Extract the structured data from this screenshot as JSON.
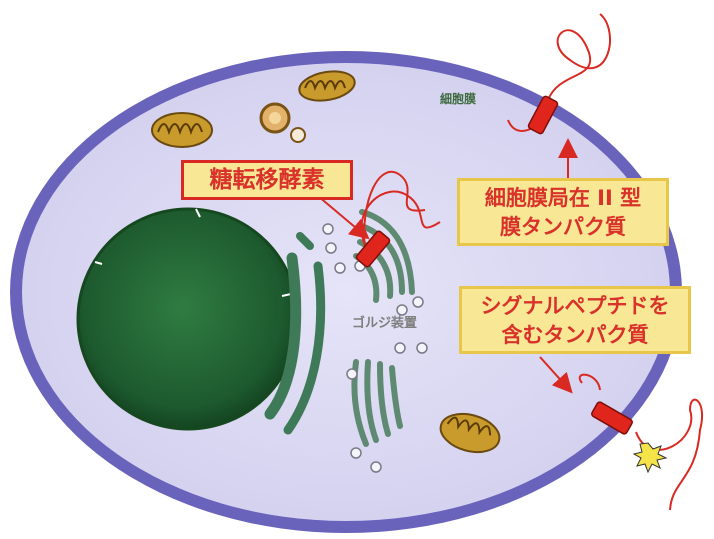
{
  "labels": {
    "enzyme": "糖転移酵素",
    "membrane": "細胞膜",
    "typeii_line1": "細胞膜局在 II 型",
    "typeii_line2": "膜タンパク質",
    "signal_line1": "シグナルペプチドを",
    "signal_line2": "含むタンパク質",
    "golgi": "ゴルジ装置"
  },
  "colors": {
    "cytoplasm": "#dad8f1",
    "cell_membrane": "#6a63bc",
    "nucleus": "#1d5a2e",
    "er_golgi": "#3f7a58",
    "protein_chain": "#d82a22",
    "mitochondria": "#b88a22",
    "label_fill": "#f8e896",
    "label_text": "#d8322a"
  },
  "icons": [
    "mitochondrion",
    "lysosome",
    "vesicle",
    "membrane-protein-helix",
    "arrow"
  ]
}
